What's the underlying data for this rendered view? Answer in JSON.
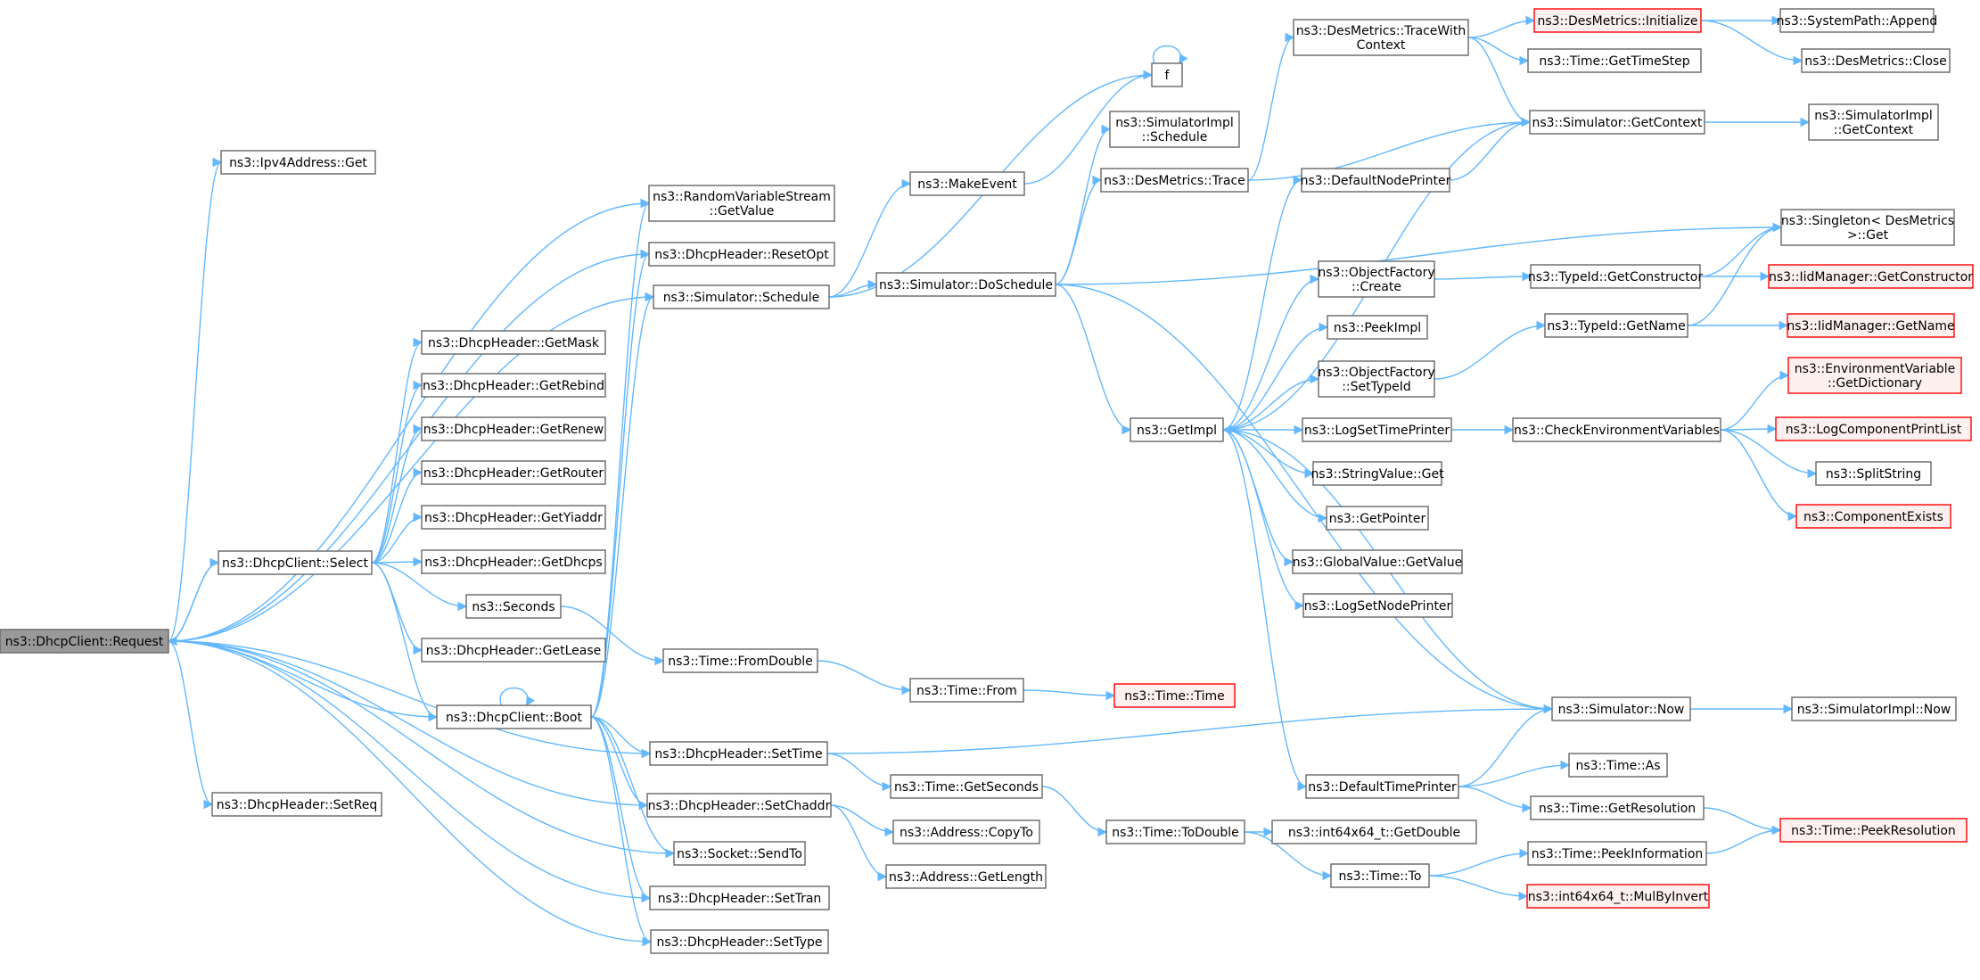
{
  "graph": {
    "nodes": [
      {
        "id": "request",
        "lines": [
          "ns3::DhcpClient::Request"
        ],
        "style": "root"
      },
      {
        "id": "ipv4get",
        "lines": [
          "ns3::Ipv4Address::Get"
        ]
      },
      {
        "id": "select",
        "lines": [
          "ns3::DhcpClient::Select"
        ]
      },
      {
        "id": "setreq",
        "lines": [
          "ns3::DhcpHeader::SetReq"
        ]
      },
      {
        "id": "rvs",
        "lines": [
          "ns3::RandomVariableStream",
          "::GetValue"
        ]
      },
      {
        "id": "resetopt",
        "lines": [
          "ns3::DhcpHeader::ResetOpt"
        ]
      },
      {
        "id": "schedule",
        "lines": [
          "ns3::Simulator::Schedule"
        ]
      },
      {
        "id": "getmask",
        "lines": [
          "ns3::DhcpHeader::GetMask"
        ]
      },
      {
        "id": "getrebind",
        "lines": [
          "ns3::DhcpHeader::GetRebind"
        ]
      },
      {
        "id": "getrenew",
        "lines": [
          "ns3::DhcpHeader::GetRenew"
        ]
      },
      {
        "id": "getrouter",
        "lines": [
          "ns3::DhcpHeader::GetRouter"
        ]
      },
      {
        "id": "getyiaddr",
        "lines": [
          "ns3::DhcpHeader::GetYiaddr"
        ]
      },
      {
        "id": "getdhcps",
        "lines": [
          "ns3::DhcpHeader::GetDhcps"
        ]
      },
      {
        "id": "seconds",
        "lines": [
          "ns3::Seconds"
        ]
      },
      {
        "id": "getlease",
        "lines": [
          "ns3::DhcpHeader::GetLease"
        ]
      },
      {
        "id": "boot",
        "lines": [
          "ns3::DhcpClient::Boot"
        ]
      },
      {
        "id": "settime",
        "lines": [
          "ns3::DhcpHeader::SetTime"
        ]
      },
      {
        "id": "setchaddr",
        "lines": [
          "ns3::DhcpHeader::SetChaddr"
        ]
      },
      {
        "id": "sendto",
        "lines": [
          "ns3::Socket::SendTo"
        ]
      },
      {
        "id": "settran",
        "lines": [
          "ns3::DhcpHeader::SetTran"
        ]
      },
      {
        "id": "settype",
        "lines": [
          "ns3::DhcpHeader::SetType"
        ]
      },
      {
        "id": "fromdouble",
        "lines": [
          "ns3::Time::FromDouble"
        ]
      },
      {
        "id": "makeevent",
        "lines": [
          "ns3::MakeEvent"
        ]
      },
      {
        "id": "doschedule",
        "lines": [
          "ns3::Simulator::DoSchedule"
        ]
      },
      {
        "id": "from",
        "lines": [
          "ns3::Time::From"
        ]
      },
      {
        "id": "getseconds",
        "lines": [
          "ns3::Time::GetSeconds"
        ]
      },
      {
        "id": "copyto",
        "lines": [
          "ns3::Address::CopyTo"
        ]
      },
      {
        "id": "getlength",
        "lines": [
          "ns3::Address::GetLength"
        ]
      },
      {
        "id": "f",
        "lines": [
          "f"
        ]
      },
      {
        "id": "simimplschedule",
        "lines": [
          "ns3::SimulatorImpl",
          "::Schedule"
        ]
      },
      {
        "id": "desmetricstrace",
        "lines": [
          "ns3::DesMetrics::Trace"
        ]
      },
      {
        "id": "getimpl",
        "lines": [
          "ns3::GetImpl"
        ]
      },
      {
        "id": "time",
        "lines": [
          "ns3::Time::Time"
        ],
        "style": "red"
      },
      {
        "id": "todouble",
        "lines": [
          "ns3::Time::ToDouble"
        ]
      },
      {
        "id": "tracewithcontext",
        "lines": [
          "ns3::DesMetrics::TraceWith",
          "Context"
        ]
      },
      {
        "id": "defaultnodeprinter",
        "lines": [
          "ns3::DefaultNodePrinter"
        ]
      },
      {
        "id": "objfactcreate",
        "lines": [
          "ns3::ObjectFactory",
          "::Create"
        ]
      },
      {
        "id": "peekimpl",
        "lines": [
          "ns3::PeekImpl"
        ]
      },
      {
        "id": "objfactsettypeid",
        "lines": [
          "ns3::ObjectFactory",
          "::SetTypeId"
        ]
      },
      {
        "id": "logsettimeprinter",
        "lines": [
          "ns3::LogSetTimePrinter"
        ]
      },
      {
        "id": "stringvalueget",
        "lines": [
          "ns3::StringValue::Get"
        ]
      },
      {
        "id": "getpointer",
        "lines": [
          "ns3::GetPointer"
        ]
      },
      {
        "id": "globalvalueget",
        "lines": [
          "ns3::GlobalValue::GetValue"
        ]
      },
      {
        "id": "logsetnodeprinter",
        "lines": [
          "ns3::LogSetNodePrinter"
        ]
      },
      {
        "id": "defaulttimeprinter",
        "lines": [
          "ns3::DefaultTimePrinter"
        ]
      },
      {
        "id": "int64getdouble",
        "lines": [
          "ns3::int64x64_t::GetDouble"
        ]
      },
      {
        "id": "timeto",
        "lines": [
          "ns3::Time::To"
        ]
      },
      {
        "id": "desmetricsinit",
        "lines": [
          "ns3::DesMetrics::Initialize"
        ],
        "style": "red"
      },
      {
        "id": "gettimestep",
        "lines": [
          "ns3::Time::GetTimeStep"
        ]
      },
      {
        "id": "simgetcontext",
        "lines": [
          "ns3::Simulator::GetContext"
        ]
      },
      {
        "id": "typeidgetctor",
        "lines": [
          "ns3::TypeId::GetConstructor"
        ]
      },
      {
        "id": "typeidgetname",
        "lines": [
          "ns3::TypeId::GetName"
        ]
      },
      {
        "id": "checkenv",
        "lines": [
          "ns3::CheckEnvironmentVariables"
        ]
      },
      {
        "id": "simnow",
        "lines": [
          "ns3::Simulator::Now"
        ]
      },
      {
        "id": "timeas",
        "lines": [
          "ns3::Time::As"
        ]
      },
      {
        "id": "getresolution",
        "lines": [
          "ns3::Time::GetResolution"
        ]
      },
      {
        "id": "peekinformation",
        "lines": [
          "ns3::Time::PeekInformation"
        ]
      },
      {
        "id": "mulbyinvert",
        "lines": [
          "ns3::int64x64_t::MulByInvert"
        ],
        "style": "red"
      },
      {
        "id": "systempathappend",
        "lines": [
          "ns3::SystemPath::Append"
        ]
      },
      {
        "id": "desmetricsclose",
        "lines": [
          "ns3::DesMetrics::Close"
        ]
      },
      {
        "id": "simimplgetcontext",
        "lines": [
          "ns3::SimulatorImpl",
          "::GetContext"
        ]
      },
      {
        "id": "singletonget",
        "lines": [
          "ns3::Singleton< DesMetrics",
          ">::Get"
        ]
      },
      {
        "id": "iidgetctor",
        "lines": [
          "ns3::IidManager::GetConstructor"
        ],
        "style": "red"
      },
      {
        "id": "iidgetname",
        "lines": [
          "ns3::IidManager::GetName"
        ],
        "style": "red"
      },
      {
        "id": "envgetdict",
        "lines": [
          "ns3::EnvironmentVariable",
          "::GetDictionary"
        ],
        "style": "red"
      },
      {
        "id": "logcompprintlist",
        "lines": [
          "ns3::LogComponentPrintList"
        ],
        "style": "red"
      },
      {
        "id": "splitstring",
        "lines": [
          "ns3::SplitString"
        ]
      },
      {
        "id": "componentexists",
        "lines": [
          "ns3::ComponentExists"
        ],
        "style": "red"
      },
      {
        "id": "simimplnow",
        "lines": [
          "ns3::SimulatorImpl::Now"
        ]
      },
      {
        "id": "peekresolution",
        "lines": [
          "ns3::Time::PeekResolution"
        ],
        "style": "red"
      }
    ],
    "edges": [
      [
        "request",
        "ipv4get"
      ],
      [
        "request",
        "select"
      ],
      [
        "request",
        "setreq"
      ],
      [
        "request",
        "rvs"
      ],
      [
        "request",
        "resetopt"
      ],
      [
        "request",
        "schedule"
      ],
      [
        "request",
        "boot"
      ],
      [
        "request",
        "settime"
      ],
      [
        "request",
        "setchaddr"
      ],
      [
        "request",
        "sendto"
      ],
      [
        "request",
        "settran"
      ],
      [
        "request",
        "settype"
      ],
      [
        "select",
        "request"
      ],
      [
        "select",
        "getmask"
      ],
      [
        "select",
        "getrebind"
      ],
      [
        "select",
        "getrenew"
      ],
      [
        "select",
        "getrouter"
      ],
      [
        "select",
        "getyiaddr"
      ],
      [
        "select",
        "getdhcps"
      ],
      [
        "select",
        "seconds"
      ],
      [
        "select",
        "getlease"
      ],
      [
        "select",
        "boot"
      ],
      [
        "boot",
        "boot"
      ],
      [
        "boot",
        "rvs"
      ],
      [
        "boot",
        "resetopt"
      ],
      [
        "boot",
        "schedule"
      ],
      [
        "boot",
        "settime"
      ],
      [
        "boot",
        "setchaddr"
      ],
      [
        "boot",
        "sendto"
      ],
      [
        "boot",
        "settran"
      ],
      [
        "boot",
        "settype"
      ],
      [
        "seconds",
        "fromdouble"
      ],
      [
        "fromdouble",
        "from"
      ],
      [
        "from",
        "time"
      ],
      [
        "schedule",
        "f"
      ],
      [
        "schedule",
        "makeevent"
      ],
      [
        "schedule",
        "doschedule"
      ],
      [
        "makeevent",
        "f"
      ],
      [
        "f",
        "f"
      ],
      [
        "doschedule",
        "simimplschedule"
      ],
      [
        "doschedule",
        "desmetricstrace"
      ],
      [
        "doschedule",
        "getimpl"
      ],
      [
        "doschedule",
        "singletonget"
      ],
      [
        "doschedule",
        "simnow"
      ],
      [
        "settime",
        "getseconds"
      ],
      [
        "settime",
        "simnow"
      ],
      [
        "getseconds",
        "todouble"
      ],
      [
        "setchaddr",
        "copyto"
      ],
      [
        "setchaddr",
        "getlength"
      ],
      [
        "todouble",
        "int64getdouble"
      ],
      [
        "todouble",
        "timeto"
      ],
      [
        "desmetricstrace",
        "tracewithcontext"
      ],
      [
        "desmetricstrace",
        "simgetcontext"
      ],
      [
        "tracewithcontext",
        "desmetricsinit"
      ],
      [
        "tracewithcontext",
        "gettimestep"
      ],
      [
        "tracewithcontext",
        "simgetcontext"
      ],
      [
        "desmetricsinit",
        "systempathappend"
      ],
      [
        "desmetricsinit",
        "desmetricsclose"
      ],
      [
        "simgetcontext",
        "getimpl"
      ],
      [
        "simgetcontext",
        "simimplgetcontext"
      ],
      [
        "getimpl",
        "defaultnodeprinter"
      ],
      [
        "getimpl",
        "objfactcreate"
      ],
      [
        "getimpl",
        "peekimpl"
      ],
      [
        "getimpl",
        "objfactsettypeid"
      ],
      [
        "getimpl",
        "logsettimeprinter"
      ],
      [
        "getimpl",
        "stringvalueget"
      ],
      [
        "getimpl",
        "getpointer"
      ],
      [
        "getimpl",
        "globalvalueget"
      ],
      [
        "getimpl",
        "logsetnodeprinter"
      ],
      [
        "getimpl",
        "defaulttimeprinter"
      ],
      [
        "defaultnodeprinter",
        "simgetcontext"
      ],
      [
        "objfactcreate",
        "typeidgetctor"
      ],
      [
        "typeidgetctor",
        "singletonget"
      ],
      [
        "typeidgetctor",
        "iidgetctor"
      ],
      [
        "objfactsettypeid",
        "typeidgetname"
      ],
      [
        "typeidgetname",
        "singletonget"
      ],
      [
        "typeidgetname",
        "iidgetname"
      ],
      [
        "logsettimeprinter",
        "checkenv"
      ],
      [
        "checkenv",
        "envgetdict"
      ],
      [
        "checkenv",
        "logcompprintlist"
      ],
      [
        "checkenv",
        "splitstring"
      ],
      [
        "checkenv",
        "componentexists"
      ],
      [
        "simnow",
        "getimpl"
      ],
      [
        "simnow",
        "simimplnow"
      ],
      [
        "defaulttimeprinter",
        "simnow"
      ],
      [
        "defaulttimeprinter",
        "timeas"
      ],
      [
        "defaulttimeprinter",
        "getresolution"
      ],
      [
        "getresolution",
        "peekresolution"
      ],
      [
        "timeto",
        "peekinformation"
      ],
      [
        "timeto",
        "mulbyinvert"
      ],
      [
        "peekinformation",
        "peekresolution"
      ]
    ]
  }
}
